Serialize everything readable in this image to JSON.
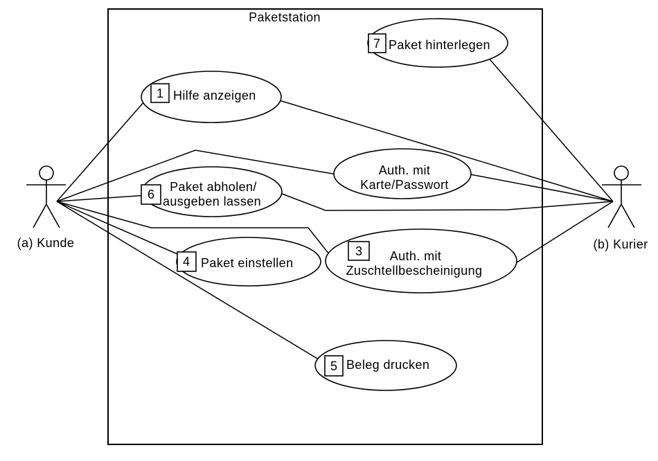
{
  "system": {
    "title": "Paketstation"
  },
  "actors": {
    "kunde": {
      "label": "(a) Kunde"
    },
    "kurier": {
      "label": "(b) Kurier"
    }
  },
  "use_cases": {
    "paket_hinterlegen": {
      "number": "7",
      "label": "Paket hinterlegen"
    },
    "hilfe_anzeigen": {
      "number": "1",
      "label": "Hilfe anzeigen"
    },
    "auth_karte": {
      "line1": "Auth. mit",
      "line2": "Karte/Passwort"
    },
    "paket_abholen": {
      "number": "6",
      "line1": "Paket abholen/",
      "line2": "ausgeben lassen"
    },
    "auth_zustellbescheinigung": {
      "number": "3",
      "line1": "Auth. mit",
      "line2": "Zuschtellbescheinigung"
    },
    "paket_einstellen": {
      "number": "4",
      "label": "Paket einstellen"
    },
    "beleg_drucken": {
      "number": "5",
      "label": "Beleg drucken"
    }
  }
}
